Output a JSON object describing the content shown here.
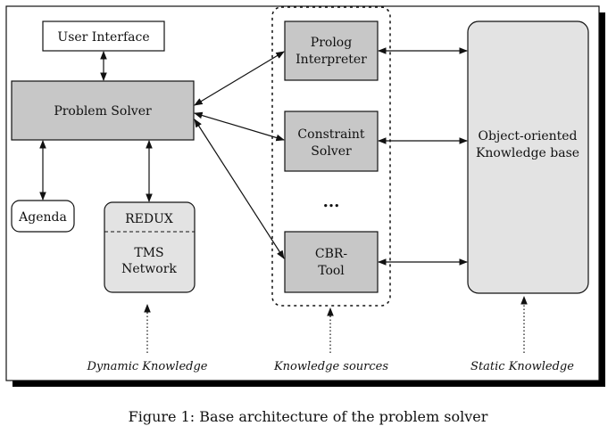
{
  "diagram": {
    "user_interface": "User Interface",
    "problem_solver": "Problem Solver",
    "agenda": "Agenda",
    "tms": {
      "header": "REDUX",
      "line1": "TMS",
      "line2": "Network"
    },
    "knowledge_sources": {
      "prolog": {
        "line1": "Prolog",
        "line2": "Interpreter"
      },
      "constraint": {
        "line1": "Constraint",
        "line2": "Solver"
      },
      "ellipsis": "...",
      "cbr": {
        "line1": "CBR-",
        "line2": "Tool"
      }
    },
    "knowledge_base": {
      "line1": "Object-oriented",
      "line2": "Knowledge base"
    },
    "footer_labels": {
      "dynamic": "Dynamic Knowledge",
      "sources": "Knowledge sources",
      "static": "Static Knowledge"
    }
  },
  "caption": "Figure 1: Base architecture of the problem solver",
  "colors": {
    "box_fill": "#c7c7c7",
    "light_fill": "#e3e3e3",
    "line": "#111111",
    "shadow": "#000000"
  }
}
